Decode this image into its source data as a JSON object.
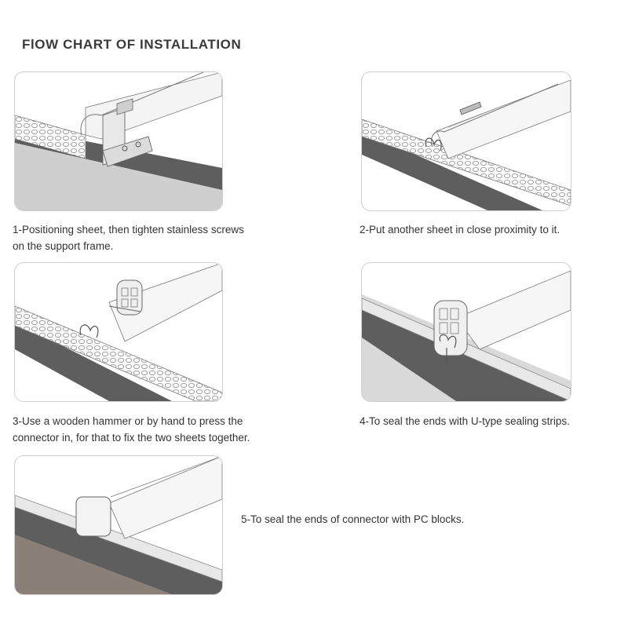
{
  "title": "FlOW CHART OF INSTALLATION",
  "steps": [
    {
      "caption_line1": "1-Positioning sheet, then tighten stainless screws",
      "caption_line2": "on the support frame."
    },
    {
      "caption_line1": "2-Put another sheet in close proximity to it.",
      "caption_line2": ""
    },
    {
      "caption_line1": "3-Use a wooden hammer or by hand to press the",
      "caption_line2": "connector in, for that to fix the two sheets together."
    },
    {
      "caption_line1": "4-To seal the ends with U-type sealing strips.",
      "caption_line2": ""
    },
    {
      "caption_line1": "5-To seal the ends of connector with PC blocks.",
      "caption_line2": ""
    }
  ],
  "colors": {
    "frame_dark": "#5e5e5e",
    "frame_light": "#d6d6d6",
    "panel_border": "#cfcfcf",
    "line": "#777777"
  }
}
